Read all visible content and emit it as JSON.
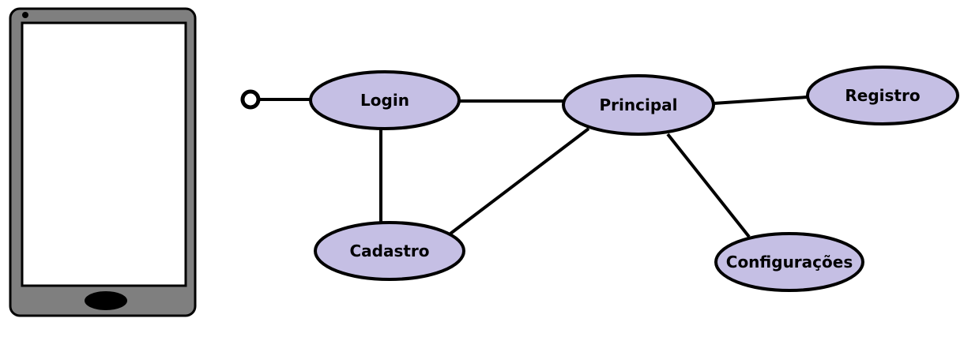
{
  "colors": {
    "node_fill": "#c5bfe4",
    "stroke": "#000000",
    "phone_body": "#7f7f7f",
    "phone_screen": "#ffffff",
    "background": "#ffffff"
  },
  "phone": {
    "icon": "smartphone-icon"
  },
  "start": {
    "icon": "start-circle-icon"
  },
  "nodes": [
    {
      "id": "login",
      "label": "Login"
    },
    {
      "id": "principal",
      "label": "Principal"
    },
    {
      "id": "registro",
      "label": "Registro"
    },
    {
      "id": "cadastro",
      "label": "Cadastro"
    },
    {
      "id": "configuracoes",
      "label": "Configurações"
    }
  ],
  "edges": [
    {
      "from": "start",
      "to": "login"
    },
    {
      "from": "login",
      "to": "principal"
    },
    {
      "from": "login",
      "to": "cadastro"
    },
    {
      "from": "cadastro",
      "to": "principal"
    },
    {
      "from": "principal",
      "to": "registro"
    },
    {
      "from": "principal",
      "to": "configuracoes"
    }
  ]
}
